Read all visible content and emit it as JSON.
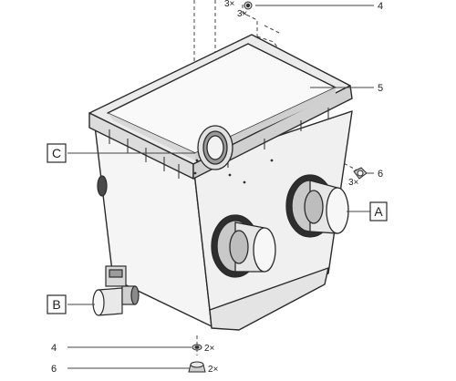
{
  "labels": {
    "callout_4_top": "4",
    "qty_3x_top_a": "3×",
    "qty_3x_top_b": "3×",
    "callout_5": "5",
    "callout_6_right": "6",
    "qty_3x_right": "3×",
    "box_A": "A",
    "box_B": "B",
    "box_C": "C",
    "callout_4_bottom": "4",
    "qty_2x_a": "2×",
    "callout_6_bottom": "6",
    "qty_2x_b": "2×"
  },
  "colors": {
    "stroke": "#2a2a2a",
    "body_fill": "#f2f2f2",
    "shade": "#d6d6d6",
    "dark": "#505050"
  }
}
